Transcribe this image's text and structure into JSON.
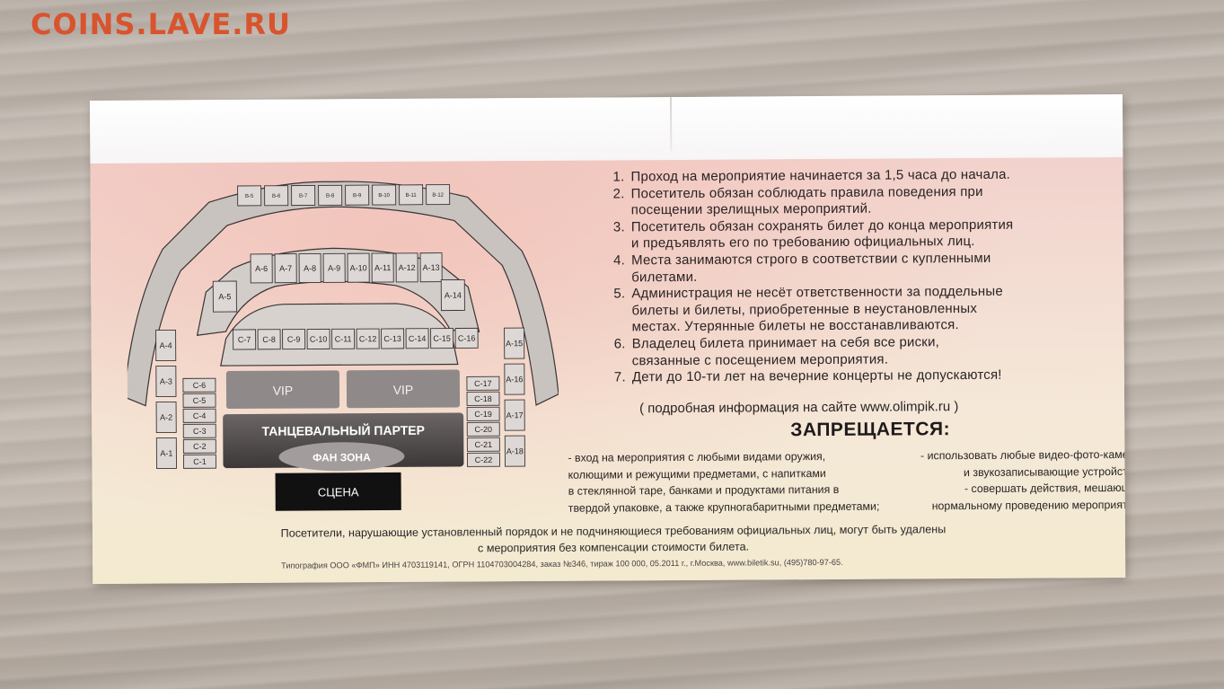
{
  "watermark": "COINS.LAVE.RU",
  "rules": [
    {
      "n": "1.",
      "lines": [
        "Проход на мероприятие начинается за 1,5 часа до начала."
      ]
    },
    {
      "n": "2.",
      "lines": [
        "Посетитель обязан соблюдать правила поведения при",
        "посещении зрелищных мероприятий."
      ]
    },
    {
      "n": "3.",
      "lines": [
        "Посетитель обязан сохранять билет до конца мероприятия",
        "и предъявлять его по требованию официальных лиц."
      ]
    },
    {
      "n": "4.",
      "lines": [
        "Места занимаются строго в соответствии с купленными",
        "билетами."
      ]
    },
    {
      "n": "5.",
      "lines": [
        "Администрация не несёт ответственности за поддельные",
        "билеты и билеты, приобретенные в неустановленных",
        "местах. Утерянные билеты не восстанавливаются."
      ]
    },
    {
      "n": "6.",
      "lines": [
        "Владелец билета принимает на себя все риски,",
        "связанные с посещением мероприятия."
      ]
    },
    {
      "n": "7.",
      "lines": [
        "Дети до 10-ти лет на вечерние концерты не допускаются!"
      ]
    }
  ],
  "info_line": "( подробная информация на сайте www.olimpik.ru )",
  "forbidden_title": "ЗАПРЕЩАЕТСЯ:",
  "forbidden_left": [
    "- вход на мероприятия с любыми видами оружия,",
    "колющими и режущими предметами, с напитками",
    "в стеклянной таре, банками и продуктами питания в",
    "твердой упаковке, а также крупногабаритными предметами;"
  ],
  "forbidden_right": [
    "- использовать любые видео-фото-камеры",
    "и звукозаписывающие устройства;",
    "- совершать действия, мешающие",
    "нормальному проведению мероприятия."
  ],
  "warning_lines": [
    "Посетители, нарушающие установленный порядок и не подчиняющиеся требованиям официальных лиц, могут быть удалены",
    "с мероприятия без компенсации стоимости билета."
  ],
  "printer_line": "Типография ООО «ФМП» ИНН 4703119141, ОГРН 1104703004284, заказ №346, тираж 100 000, 05.2011 г., г.Москва, www.biletik.su, (495)780-97-65.",
  "seating": {
    "stage": "СЦЕНА",
    "fan_zone": "ФАН ЗОНА",
    "dance_parterre": "ТАНЦЕВАЛЬНЫЙ ПАРТЕР",
    "vip": [
      "VIP",
      "VIP"
    ],
    "b_sectors": [
      "B-5",
      "B-6",
      "B-7",
      "B-8",
      "B-9",
      "B-10",
      "B-11",
      "B-12"
    ],
    "a_upper": [
      "A-6",
      "A-7",
      "A-8",
      "A-9",
      "A-10",
      "A-11",
      "A-12",
      "A-13"
    ],
    "a_sides_left": [
      "A-5",
      "A-4",
      "A-3",
      "A-2",
      "A-1"
    ],
    "a_sides_right": [
      "A-14",
      "A-15",
      "A-16",
      "A-17",
      "A-18"
    ],
    "c_row": [
      "C-7",
      "C-8",
      "C-9",
      "C-10",
      "C-11",
      "C-12",
      "C-13",
      "C-14",
      "C-15",
      "C-16"
    ],
    "c_left": [
      "C-6",
      "C-5",
      "C-4",
      "C-3",
      "C-2",
      "C-1"
    ],
    "c_right": [
      "C-17",
      "C-18",
      "C-19",
      "C-20",
      "C-21",
      "C-22"
    ]
  }
}
